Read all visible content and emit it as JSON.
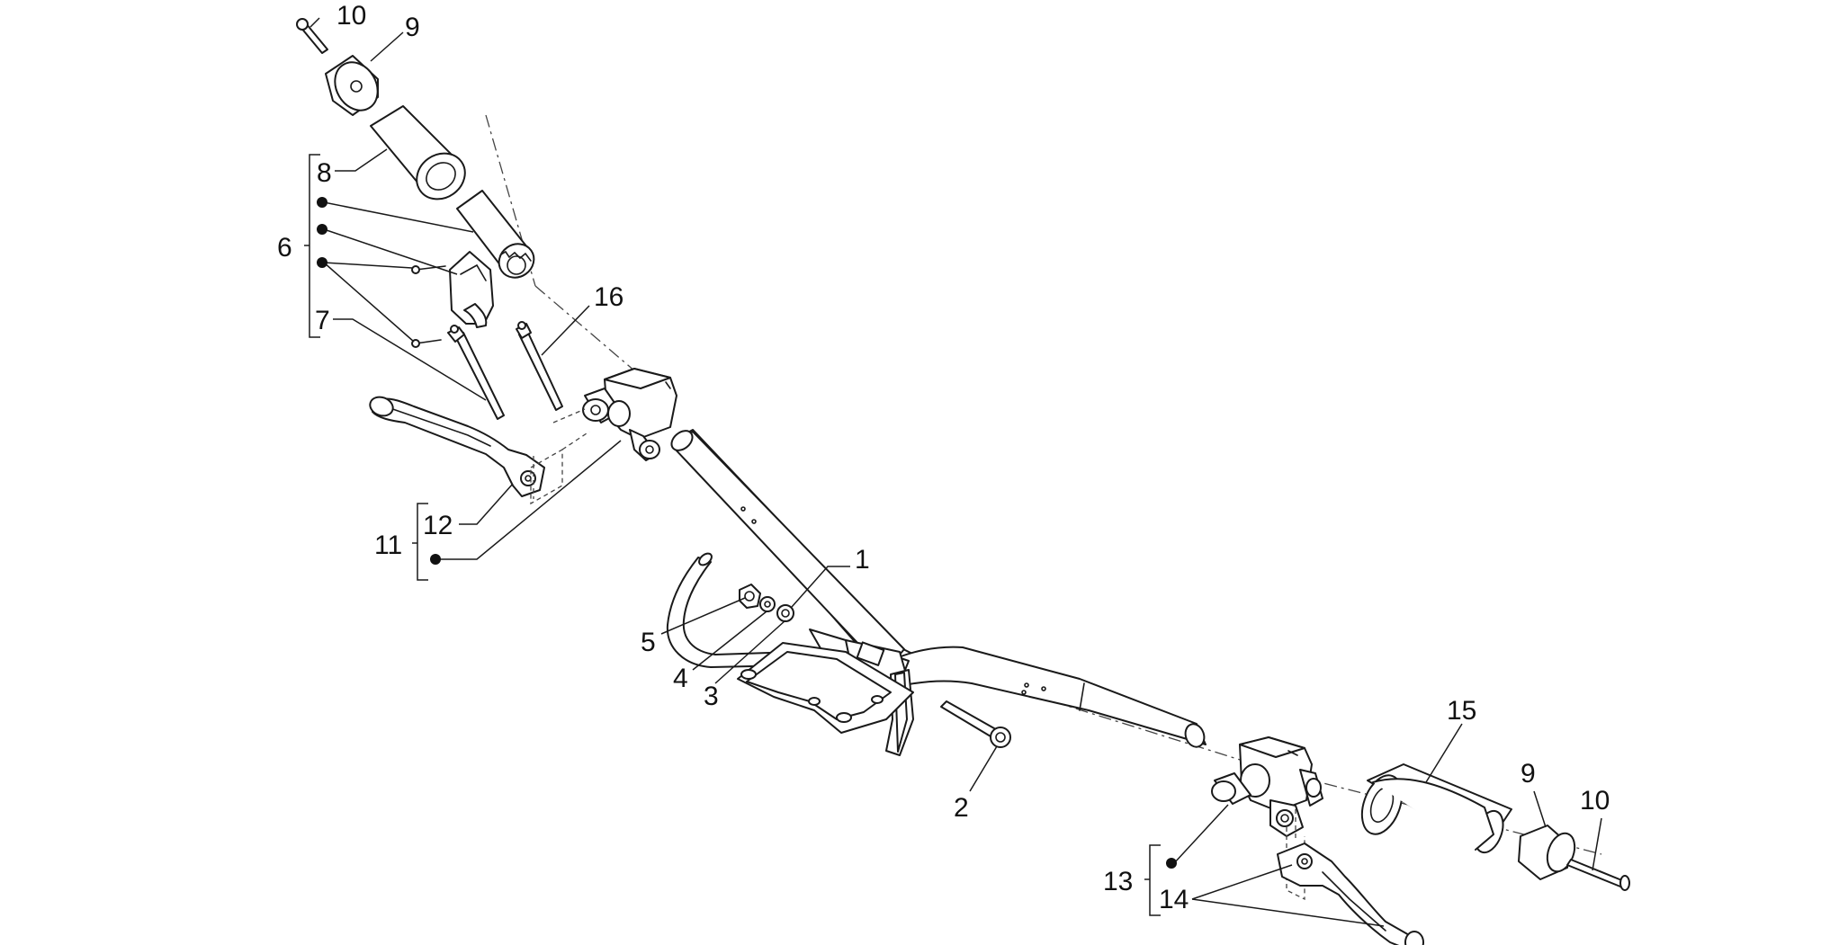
{
  "diagram": {
    "callouts": {
      "c1": "1",
      "c2": "2",
      "c3": "3",
      "c4": "4",
      "c5": "5",
      "c6": "6",
      "c7": "7",
      "c8": "8",
      "c9_top": "9",
      "c9_bottom": "9",
      "c10_top": "10",
      "c10_bottom": "10",
      "c11": "11",
      "c12": "12",
      "c13": "13",
      "c14": "14",
      "c15": "15",
      "c16": "16"
    }
  }
}
